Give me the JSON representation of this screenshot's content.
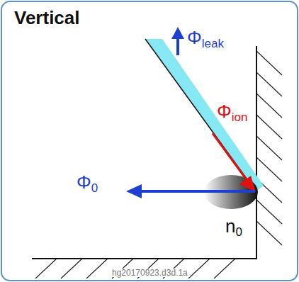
{
  "diagram": {
    "title": "Vertical",
    "labels": [
      "Φleak",
      "Φion",
      "Φ0",
      "n0",
      "hg20170923.d3d.1a"
    ]
  }
}
